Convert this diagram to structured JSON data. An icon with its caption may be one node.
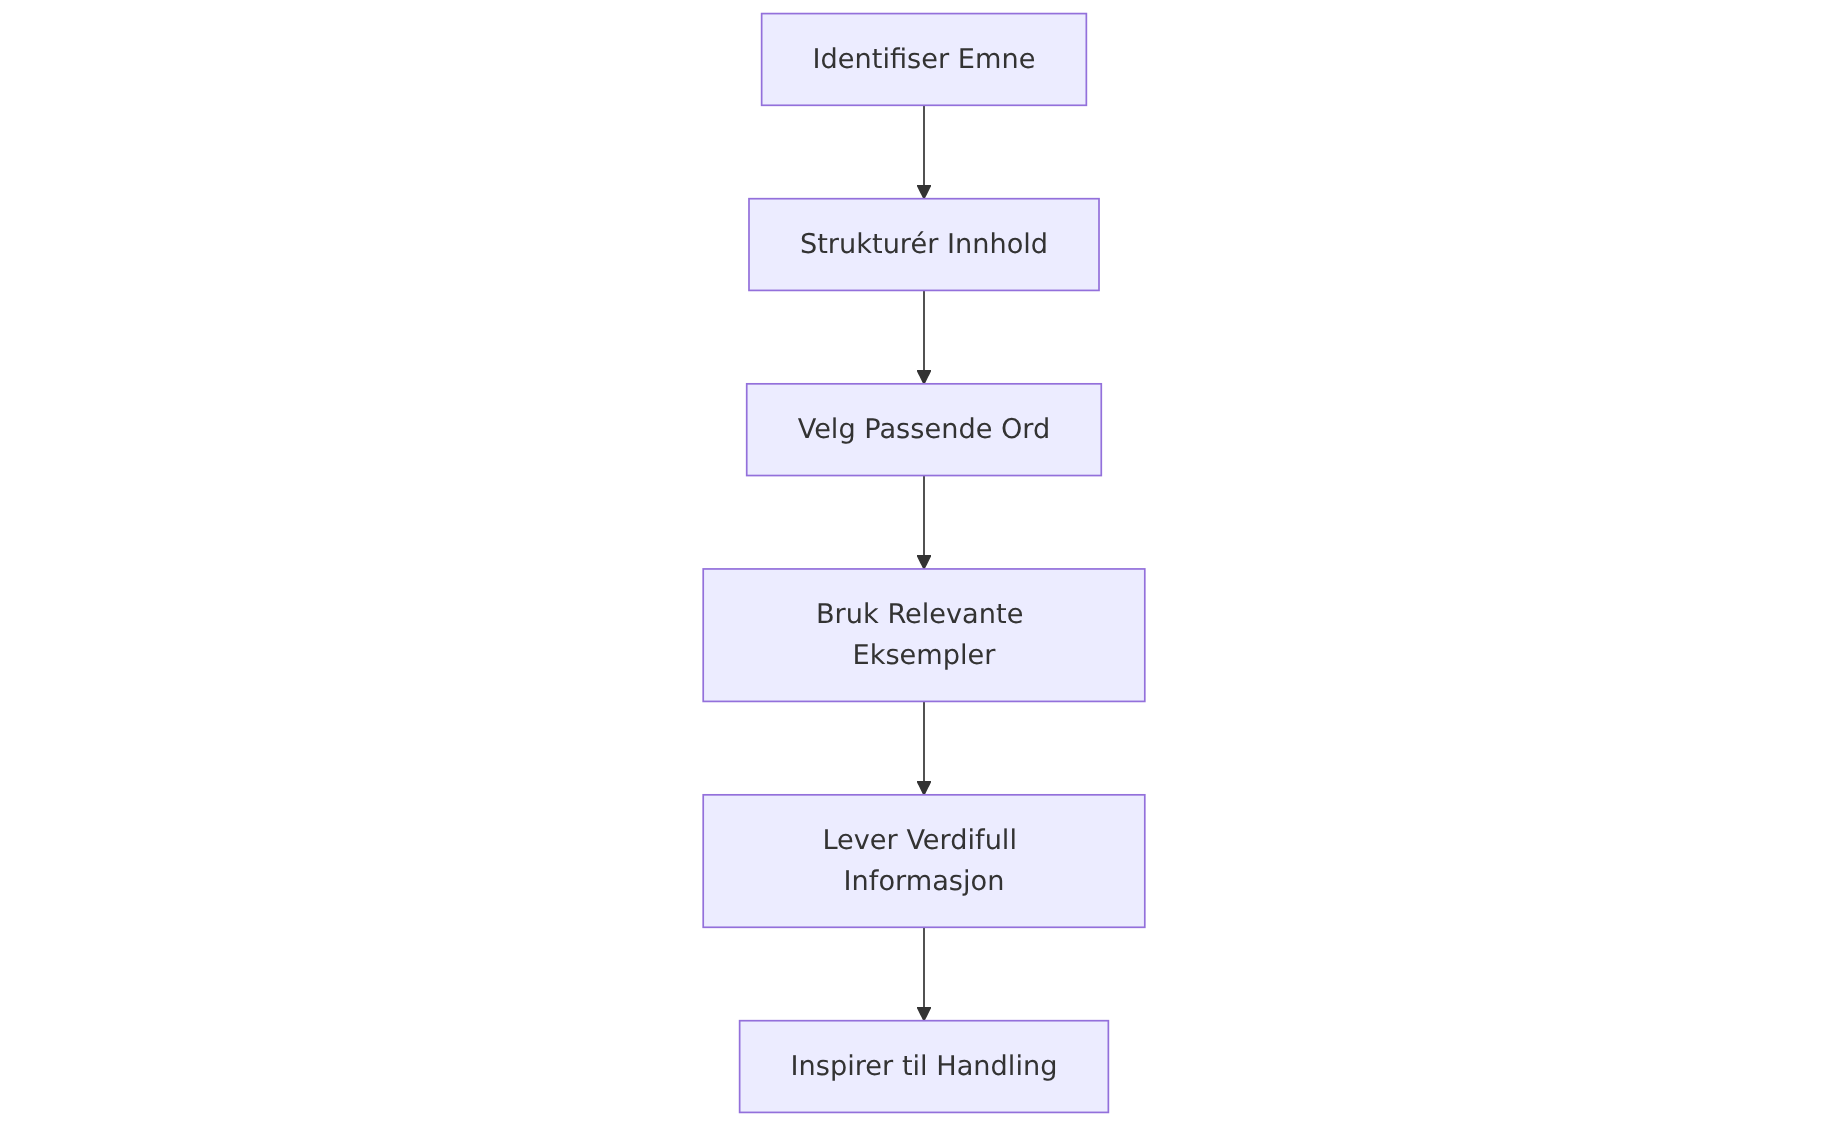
{
  "diagram": {
    "nodes": [
      {
        "text": [
          "Identifiser Emne"
        ]
      },
      {
        "text": [
          "Strukturér Innhold"
        ]
      },
      {
        "text": [
          "Velg Passende Ord"
        ]
      },
      {
        "text": [
          "Bruk Relevante Eksempler"
        ]
      },
      {
        "text": [
          "Lever Verdifull Informasjon"
        ]
      },
      {
        "text": [
          "Inspirer til Handling"
        ]
      }
    ],
    "edges": [
      {
        "from": 0,
        "to": 1,
        "arrow": "to"
      },
      {
        "from": 1,
        "to": 2,
        "arrow": "to"
      },
      {
        "from": 2,
        "to": 3,
        "arrow": "to"
      },
      {
        "from": 3,
        "to": 4,
        "arrow": "to"
      },
      {
        "from": 4,
        "to": 5,
        "arrow": "to"
      }
    ]
  }
}
